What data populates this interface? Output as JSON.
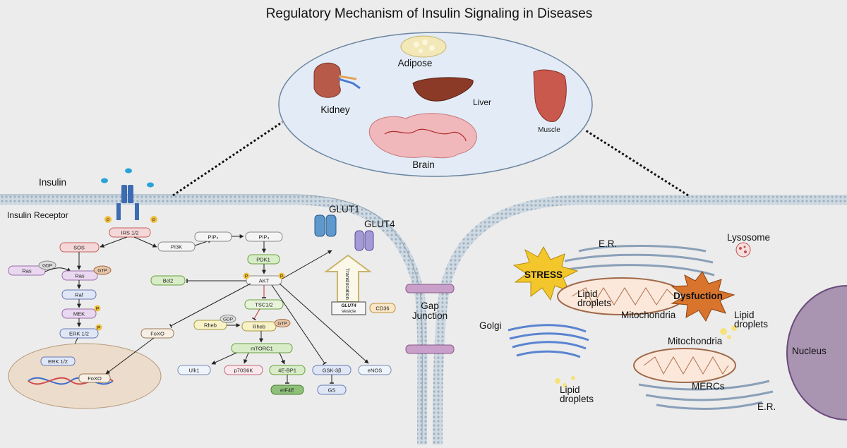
{
  "title": "Regulatory Mechanism of Insulin Signaling in Diseases",
  "organs": {
    "adipose": "Adipose",
    "kidney": "Kidney",
    "liver": "Liver",
    "muscle": "Muscle",
    "brain": "Brain"
  },
  "left_cell": {
    "insulin": "Insulin",
    "insulin_receptor": "Insulin Receptor",
    "irs": "IRS 1/2",
    "sos": "SOS",
    "ras_gdp": "Ras",
    "gdp": "GDP",
    "ras_gtp": "Ras",
    "gtp": "GTP",
    "raf": "Raf",
    "mek": "MEK",
    "erk": "ERK 1/2",
    "pi3k": "PI3K",
    "pip2": "PIP₂",
    "pip3": "PIP₃",
    "pdk1": "PDK1",
    "akt": "AKT",
    "bcl2": "Bcl2",
    "tsc": "TSC1/2",
    "rheb_gdp": "Rheb",
    "rheb_gtp": "Rheb",
    "mtorc1": "mTORC1",
    "ulk1": "Ulk1",
    "p70s6k": "p70S6K",
    "ebp1": "4E-BP1",
    "eif4e": "eIF4E",
    "gsk": "GSK-3β",
    "gs": "GS",
    "enos": "eNOS",
    "foxo": "FoXO",
    "nucleus_erk": "ERK 1/2",
    "nucleus_foxo": "FoXO",
    "glut1": "GLUT1",
    "glut4": "GLUT4",
    "translocation": "Translocation",
    "glut4_vesicle_a": "GLUT4",
    "glut4_vesicle_b": "Vesicle",
    "cd36": "CD36",
    "p": "P"
  },
  "gap_junction": "Gap\nJunction",
  "right_cell": {
    "er_top": "E.R.",
    "lysosome": "Lysosome",
    "stress": "STRESS",
    "lipid_1": "Lipid\ndroplets",
    "dysfunction": "Dysfuction",
    "mitochondria_1": "Mitochondria",
    "lipid_2": "Lipid\ndroplets",
    "golgi": "Golgi",
    "mitochondria_2": "Mitochondria",
    "nucleus": "Nucleus",
    "mercs": "MERCs",
    "lipid_3": "Lipid\ndroplets",
    "er_bottom": "E.R."
  },
  "colors": {
    "background": "#ececec",
    "membrane": "#b8c6d2",
    "organ_circle": "#e3ecf6",
    "nucleus_left": "#ecdccb",
    "nucleus_right": "#a994b2",
    "stress": "#f3c62b",
    "dysfunction": "#d8742c",
    "glut1": "#5e98cc",
    "glut4": "#a49bd6",
    "connexin": "#c8a0c9"
  }
}
